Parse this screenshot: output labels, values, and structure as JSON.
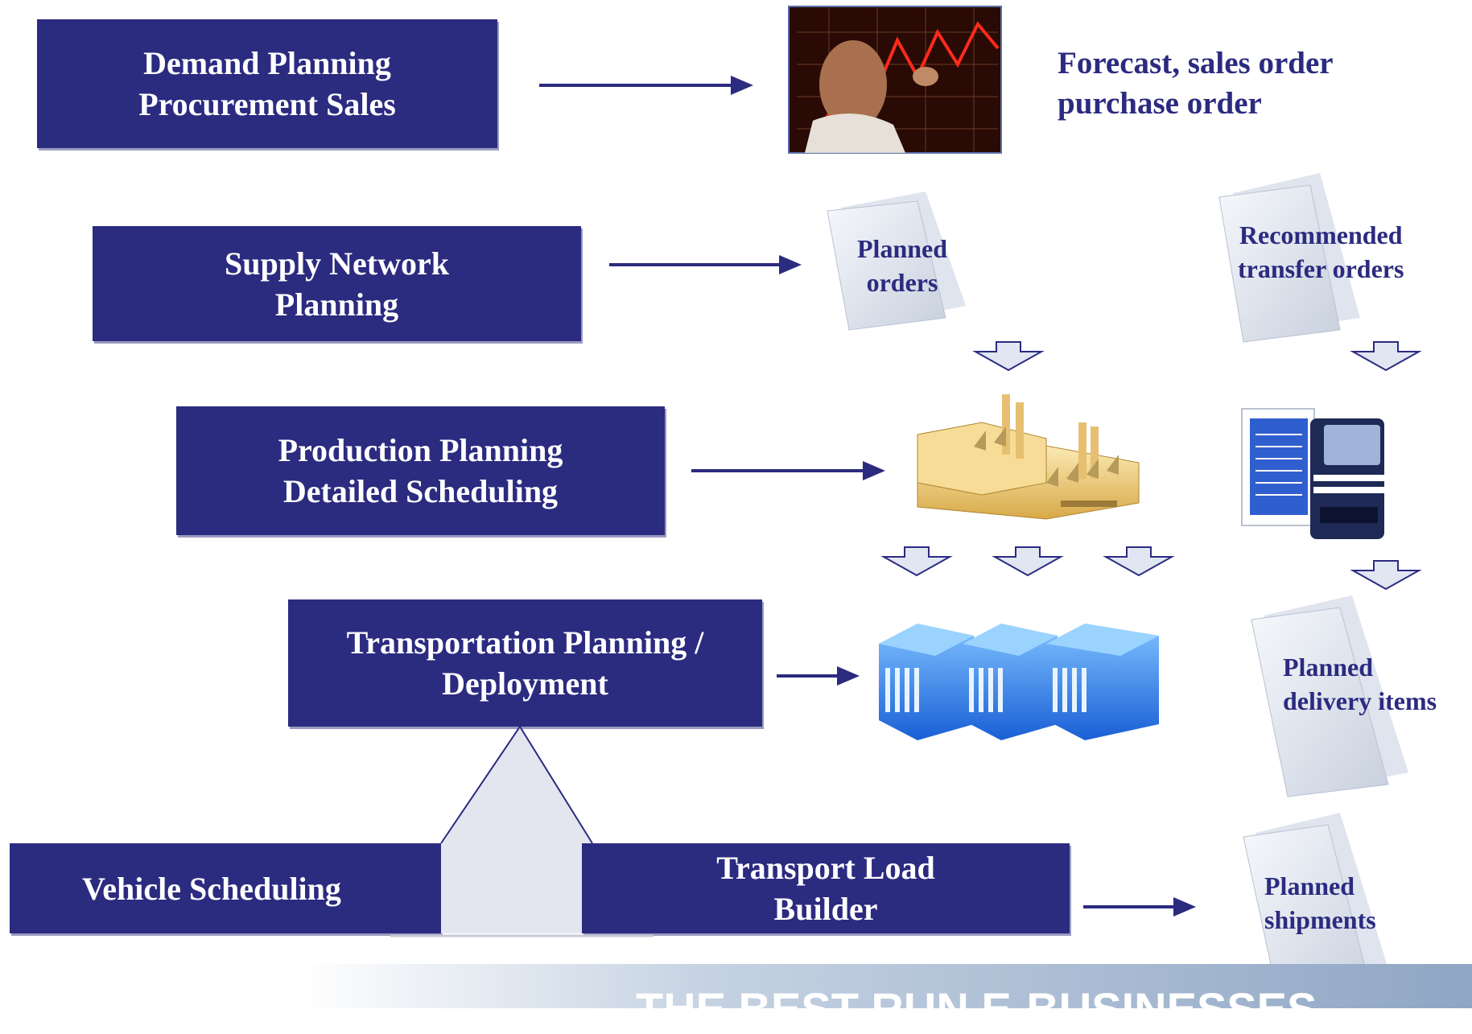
{
  "boxes": {
    "demand": "Demand Planning\nProcurement Sales",
    "snp": "Supply Network\nPlanning",
    "pp": "Production Planning\nDetailed Scheduling",
    "tp": "Transportation Planning /\nDeployment",
    "vs": "Vehicle Scheduling",
    "tlb": "Transport Load\nBuilder"
  },
  "outputs": {
    "forecast": "Forecast, sales order\npurchase order",
    "planned_orders": "Planned\norders",
    "transfer_orders": "Recommended\ntransfer orders",
    "delivery_items": "Planned\ndelivery items",
    "shipments": "Planned\nshipments"
  },
  "banner": {
    "text": "THE BEST-RUN E-BUSINESSES"
  },
  "colors": {
    "box": "#2b2b80",
    "arrow": "#2b2b80",
    "hollow_arrow": "#e0e6f2"
  }
}
